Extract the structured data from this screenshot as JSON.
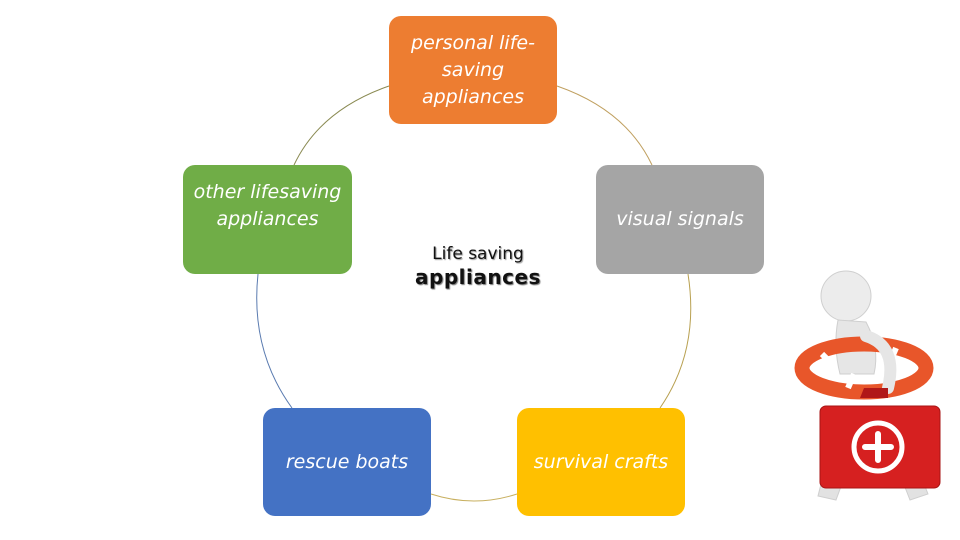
{
  "center": {
    "line1": "Life saving",
    "line2": "appliances"
  },
  "nodes": [
    {
      "label": "personal life-saving appliances",
      "color": "#ed7d31"
    },
    {
      "label": "visual signals",
      "color": "#a5a5a5"
    },
    {
      "label": "survival crafts",
      "color": "#ffc000"
    },
    {
      "label": "rescue boats",
      "color": "#4472c4"
    },
    {
      "label": "other lifesaving appliances",
      "color": "#70ad47"
    }
  ],
  "illustration": {
    "name": "figure-with-lifebuoy-and-first-aid-kit",
    "colors": {
      "buoy": "#e8562a",
      "kit": "#d62020"
    }
  }
}
